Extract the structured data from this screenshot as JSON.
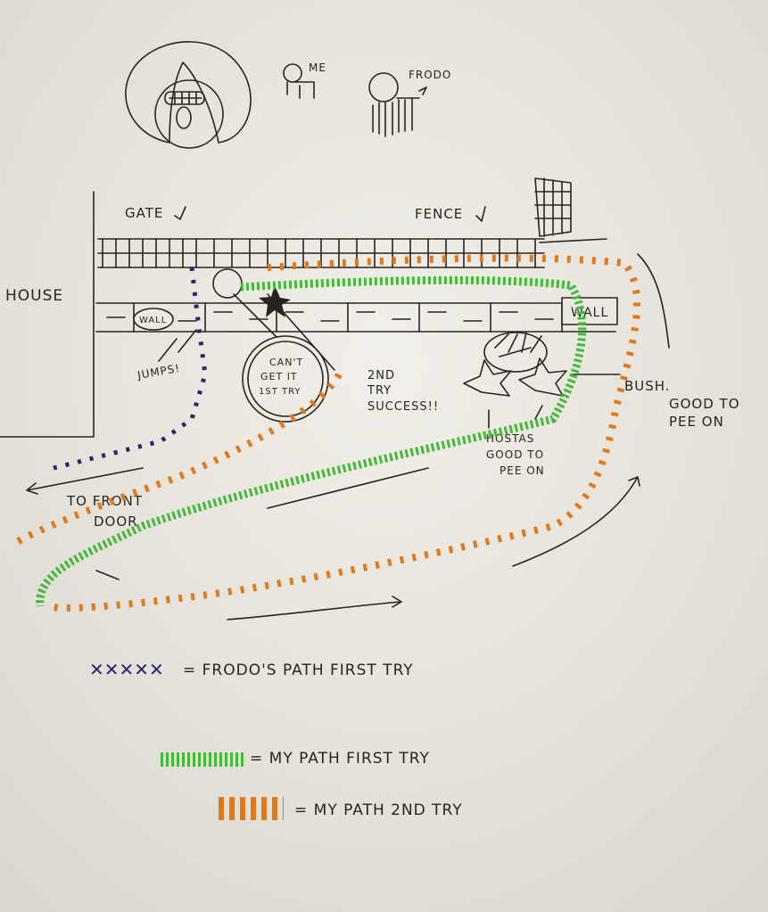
{
  "characters": {
    "me_label": "ME",
    "frodo_label": "FRODO"
  },
  "map_labels": {
    "gate": "GATE",
    "fence": "FENCE",
    "house": "HOUSE",
    "wall_left": "WALL",
    "wall_right": "WALL",
    "jumps": "JUMPS!",
    "cant_line1": "CAN'T",
    "cant_line2": "GET IT",
    "cant_line3": "1ST TRY",
    "success_line1": "2ND",
    "success_line2": "TRY",
    "success_line3": "SUCCESS!!",
    "bush_line1": "BUSH.",
    "bush_line2": "GOOD TO",
    "bush_line3": "PEE ON",
    "hostas_line1": "HOSTAS",
    "hostas_line2": "GOOD TO",
    "hostas_line3": "PEE ON",
    "front_door_line1": "TO FRONT",
    "front_door_line2": "DOOR"
  },
  "legend": [
    {
      "text": "= FRODO'S PATH FIRST TRY",
      "color": "#2c2470",
      "marker": "x-marks"
    },
    {
      "text": "= MY PATH FIRST TRY",
      "color": "#47b83c",
      "marker": "green-hatch"
    },
    {
      "text": "= MY PATH 2ND TRY",
      "color": "#e07a1c",
      "marker": "orange-dashes"
    }
  ],
  "colors": {
    "paper": "#e9e6df",
    "ink": "#2a2420",
    "orange": "#e07a1c",
    "green": "#47b83c",
    "purple": "#2c2470"
  }
}
